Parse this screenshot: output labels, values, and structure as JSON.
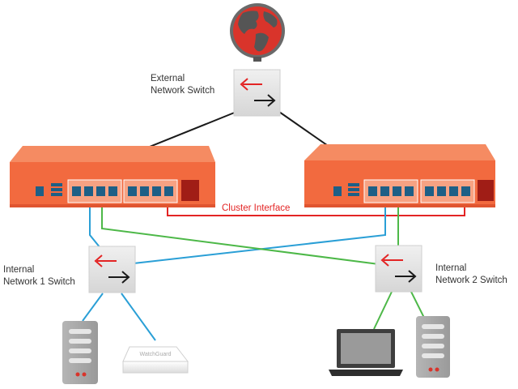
{
  "labels": {
    "external_switch": [
      "External",
      "Network Switch"
    ],
    "internal_switch_1": [
      "Internal",
      "Network 1 Switch"
    ],
    "internal_switch_2": [
      "Internal",
      "Network 2 Switch"
    ],
    "cluster_interface": "Cluster Interface",
    "appliance_brand": "WatchGuard"
  },
  "colors": {
    "firewall_body": "#f26a3f",
    "firewall_side": "#e05530",
    "port": "#1e5f86",
    "red_link": "#e32424",
    "blue_link": "#2a9fd6",
    "green_link": "#4db848",
    "black_link": "#1a1a1a",
    "switch_box": "#e4e4e4",
    "globe": "#d9342b",
    "server": "#a7a7a7"
  },
  "icons": [
    "globe-icon",
    "switch-icon",
    "firewall-icon",
    "server-icon",
    "laptop-icon",
    "access-point-icon"
  ]
}
